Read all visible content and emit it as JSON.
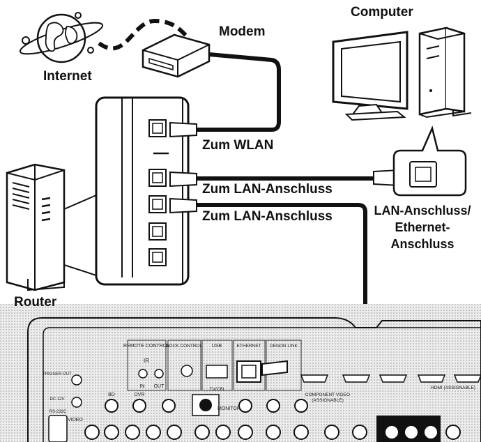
{
  "labels": {
    "internet": "Internet",
    "modem": "Modem",
    "computer": "Computer",
    "router": "Router",
    "zum_wlan": "Zum WLAN",
    "zum_lan_1": "Zum LAN-Anschluss",
    "zum_lan_2": "Zum LAN-Anschluss",
    "lan_port_line1": "LAN-Anschluss/",
    "lan_port_line2": "Ethernet-",
    "lan_port_line3": "Anschluss"
  },
  "receiver_panel": {
    "remote_control": "REMOTE CONTROL",
    "ir": "IR",
    "in": "IN",
    "out": "OUT",
    "dock_control": "DOCK CONTROL",
    "usb": "USB",
    "ethernet": "ETHERNET",
    "denon_link": "DENON LINK",
    "component_video": "COMPONENT VIDEO",
    "assignable": "(ASSIGNABLE)",
    "hdmi_assignable": "HDMI (ASSIGNABLE)",
    "monitor": "MONITOR",
    "trigger_out": "TRIGGER OUT",
    "dc_12v": "DC 12V",
    "rs232c": "RS-232C",
    "bd": "BD",
    "dvr": "DVR",
    "video": "VIDEO",
    "tv_cbl": "TV/CBL"
  },
  "colors": {
    "line": "#111111",
    "panel_fill": "#e6e6e6",
    "panel_dots": "#9a9a9a"
  }
}
